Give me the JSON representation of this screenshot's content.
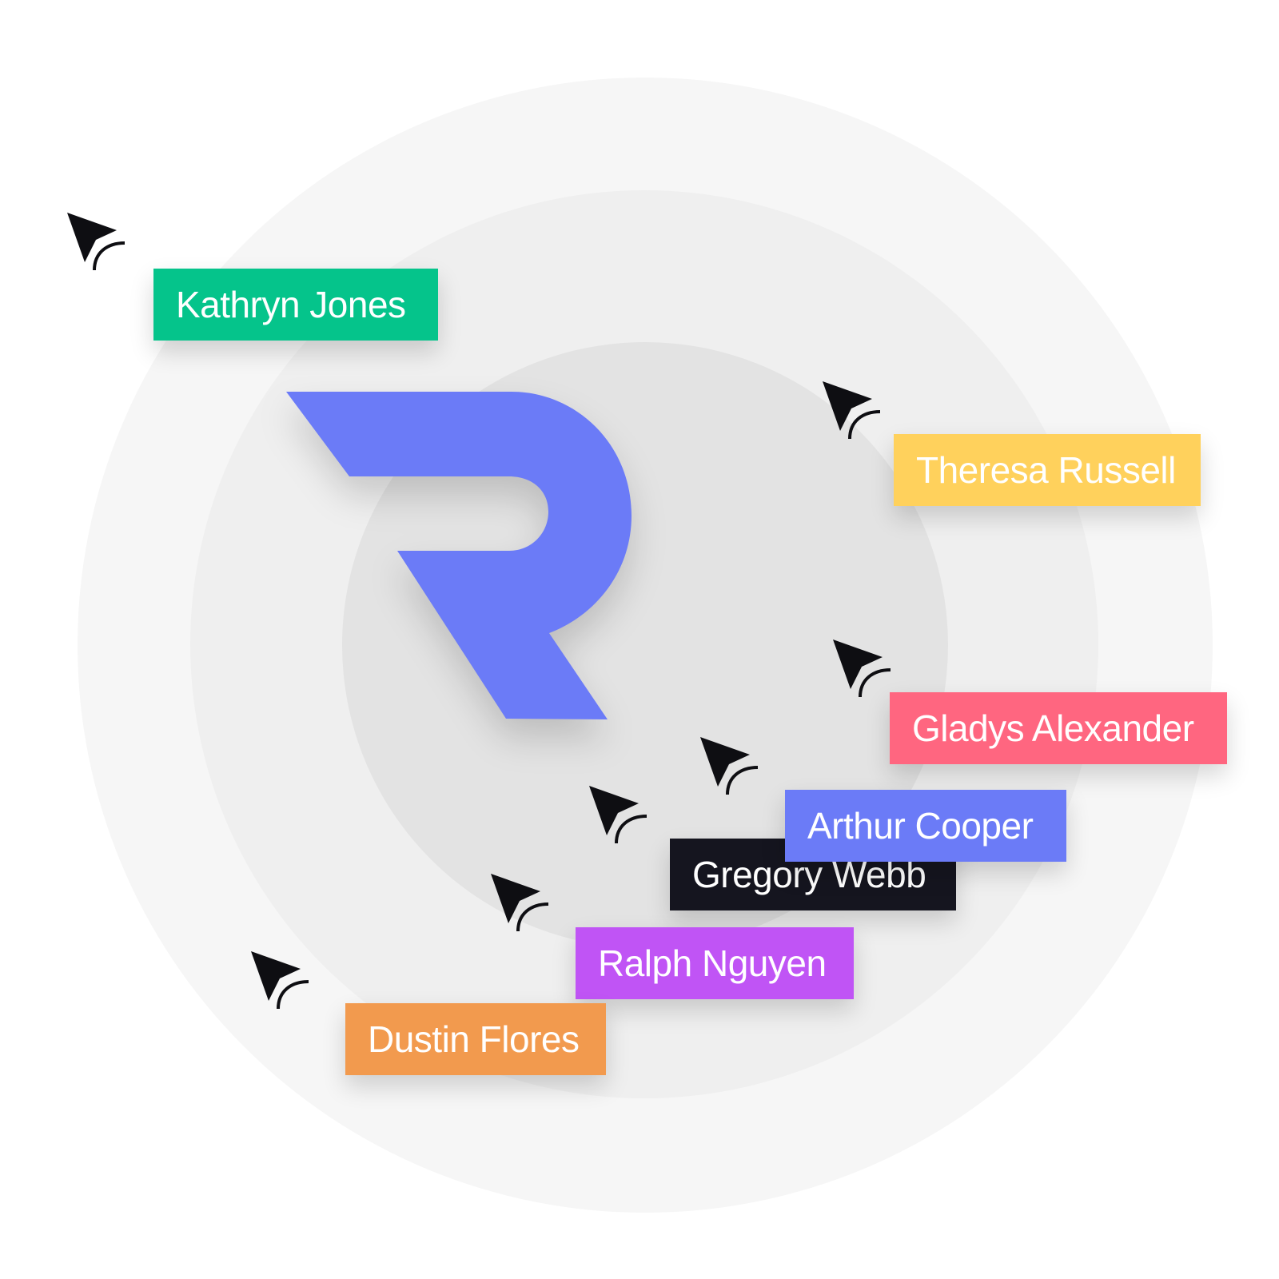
{
  "logo": {
    "letter": "R",
    "color": "#6b7bf7"
  },
  "users": [
    {
      "name": "Kathryn Jones",
      "color": "#05c48b",
      "text_color": "#ffffff",
      "icon": "cursor-icon"
    },
    {
      "name": "Theresa Russell",
      "color": "#ffd15c",
      "text_color": "#ffffff",
      "icon": "cursor-icon"
    },
    {
      "name": "Gladys Alexander",
      "color": "#ff6680",
      "text_color": "#ffffff",
      "icon": "cursor-icon"
    },
    {
      "name": "Arthur Cooper",
      "color": "#6b7bf7",
      "text_color": "#ffffff",
      "icon": "cursor-icon"
    },
    {
      "name": "Gregory Webb",
      "color": "#15151f",
      "text_color": "#ffffff",
      "icon": "cursor-icon"
    },
    {
      "name": "Ralph Nguyen",
      "color": "#c054f5",
      "text_color": "#ffffff",
      "icon": "cursor-icon"
    },
    {
      "name": "Dustin Flores",
      "color": "#f29a4e",
      "text_color": "#ffffff",
      "icon": "cursor-icon"
    }
  ]
}
